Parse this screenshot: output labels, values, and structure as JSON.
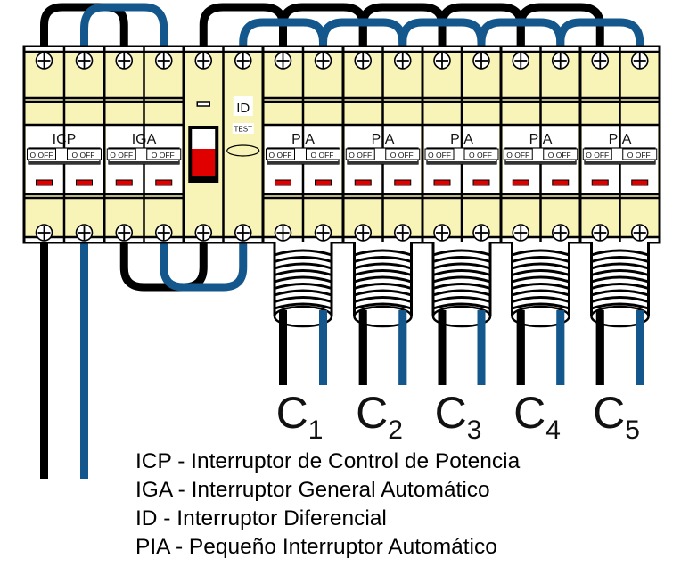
{
  "diagram": {
    "title": "Cuadro eléctrico de vivienda",
    "colors": {
      "panel_fill": "#f8f3b6",
      "wire_phase": "#000000",
      "wire_neutral": "#13578d",
      "indicator_red": "#e00000",
      "label_bg": "#ffffff"
    },
    "modules": [
      {
        "id": "icp",
        "label": "ICP",
        "poles": 2,
        "switch_text": [
          "O OFF",
          "O OFF"
        ]
      },
      {
        "id": "iga",
        "label": "IGA",
        "poles": 2,
        "switch_text": [
          "O OFF",
          "O OFF"
        ]
      },
      {
        "id": "id",
        "label": "ID",
        "test_label": "TEST",
        "poles": 2
      },
      {
        "id": "pia1",
        "label": "PIA",
        "poles": 2,
        "switch_text": [
          "O OFF",
          "O OFF"
        ],
        "circuit": "C1"
      },
      {
        "id": "pia2",
        "label": "PIA",
        "poles": 2,
        "switch_text": [
          "O OFF",
          "O OFF"
        ],
        "circuit": "C2"
      },
      {
        "id": "pia3",
        "label": "PIA",
        "poles": 2,
        "switch_text": [
          "O OFF",
          "O OFF"
        ],
        "circuit": "C3"
      },
      {
        "id": "pia4",
        "label": "PIA",
        "poles": 2,
        "switch_text": [
          "O OFF",
          "O OFF"
        ],
        "circuit": "C4"
      },
      {
        "id": "pia5",
        "label": "PIA",
        "poles": 2,
        "switch_text": [
          "O OFF",
          "O OFF"
        ],
        "circuit": "C5"
      }
    ],
    "circuits": [
      {
        "base": "C",
        "sub": "1"
      },
      {
        "base": "C",
        "sub": "2"
      },
      {
        "base": "C",
        "sub": "3"
      },
      {
        "base": "C",
        "sub": "4"
      },
      {
        "base": "C",
        "sub": "5"
      }
    ],
    "legend": [
      "ICP - Interruptor de Control de Potencia",
      "IGA - Interruptor General Automático",
      "ID - Interruptor Diferencial",
      "PIA - Pequeño Interruptor Automático"
    ]
  }
}
